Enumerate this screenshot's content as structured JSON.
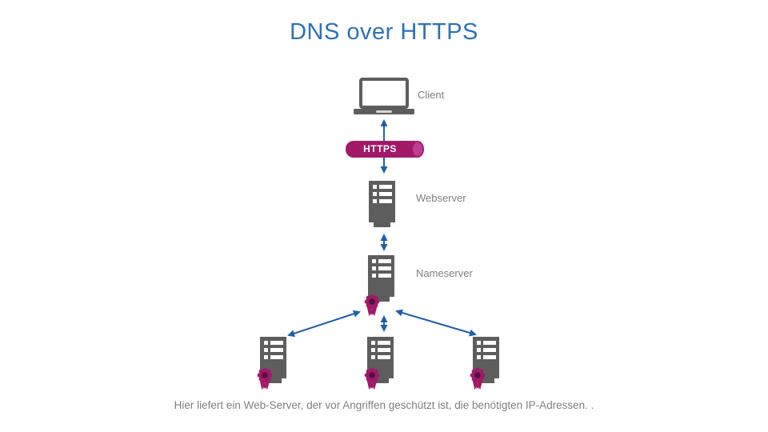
{
  "title": "DNS over HTTPS",
  "nodes": {
    "client": {
      "label": "Client",
      "icon": "laptop-icon"
    },
    "https_pill": {
      "label": "HTTPS",
      "icon": "cylinder-shape"
    },
    "webserver": {
      "label": "Webserver",
      "icon": "server-tower-icon"
    },
    "nameserver": {
      "label": "Nameserver",
      "icon": "server-tower-icon",
      "badge": "certificate-badge-icon"
    },
    "resolver_servers": {
      "count": 3,
      "icon": "server-tower-icon",
      "badge": "certificate-badge-icon"
    }
  },
  "arrows": {
    "style": "double-headed",
    "connections": [
      "client - webserver (through HTTPS pill)",
      "webserver - nameserver",
      "nameserver - left resolver server",
      "nameserver - center resolver server",
      "nameserver - right resolver server"
    ]
  },
  "caption": "Hier liefert ein Web-Server, der vor Angriffen geschützt ist, die benötigten IP-Adressen. .",
  "colors": {
    "title-blue": "#2b72b8",
    "arrow-blue": "#1d5fad",
    "magenta": "#a21968",
    "magenta-light": "#bf3f92",
    "badge-inner": "#55103d",
    "server-gray": "#5d5d5d",
    "label-gray": "#7f7f7f"
  }
}
